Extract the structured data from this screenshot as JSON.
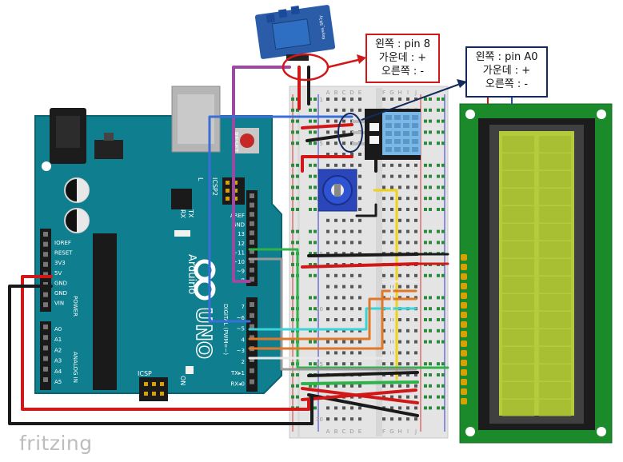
{
  "relay": {
    "label": "Keyes_SR1y",
    "annotation": {
      "lines": [
        "왼쪽 : pin 8",
        "가운데 : +",
        "오른쪽 : -"
      ],
      "color": "#d01818"
    }
  },
  "dht_sensor": {
    "annotation": {
      "lines": [
        "왼쪽 : pin A0",
        "가운데 : +",
        "오른쪽 : -"
      ],
      "color": "#142a5c"
    }
  },
  "arduino": {
    "brand": "Arduino",
    "model": "UNO",
    "power_pins": [
      "IOREF",
      "RESET",
      "3V3",
      "5V",
      "GND",
      "GND",
      "VIN"
    ],
    "power_label": "POWER",
    "analog_pins": [
      "A0",
      "A1",
      "A2",
      "A3",
      "A4",
      "A5"
    ],
    "analog_label": "ANALOG IN",
    "digital_top_pins": [
      "AREF",
      "GND",
      "13",
      "12",
      "~11",
      "~10",
      "~9",
      "8"
    ],
    "digital_bottom_pins": [
      "7",
      "~6",
      "~5",
      "4",
      "~3",
      "2",
      "TX▸1",
      "RX◂0"
    ],
    "digital_label": "DIGITAL (PWM=~)",
    "reset_label": "RESET",
    "icsp2_label": "ICSP2",
    "icsp_label": "ICSP",
    "tx_label": "TX",
    "rx_label": "RX",
    "l_label": "L",
    "on_label": "ON"
  },
  "breadboard": {
    "column_letters": [
      "A",
      "B",
      "C",
      "D",
      "E",
      "F",
      "G",
      "H",
      "I",
      "J"
    ],
    "row_numbers": [
      "1",
      "5",
      "10",
      "15",
      "20",
      "25",
      "30"
    ]
  },
  "lcd": {
    "rows": 2,
    "columns": 16,
    "backlight_color": "#b4cc3c"
  },
  "wire_colors": {
    "red": "#d01818",
    "black": "#1a1a1a",
    "blue": "#3a6fd8",
    "purple": "#9a4aa0",
    "green": "#2fb24a",
    "gray": "#9a9a9a",
    "cyan": "#3cd2d8",
    "orange": "#e0782a",
    "yellow": "#f0d21a"
  },
  "watermark": "fritzing"
}
